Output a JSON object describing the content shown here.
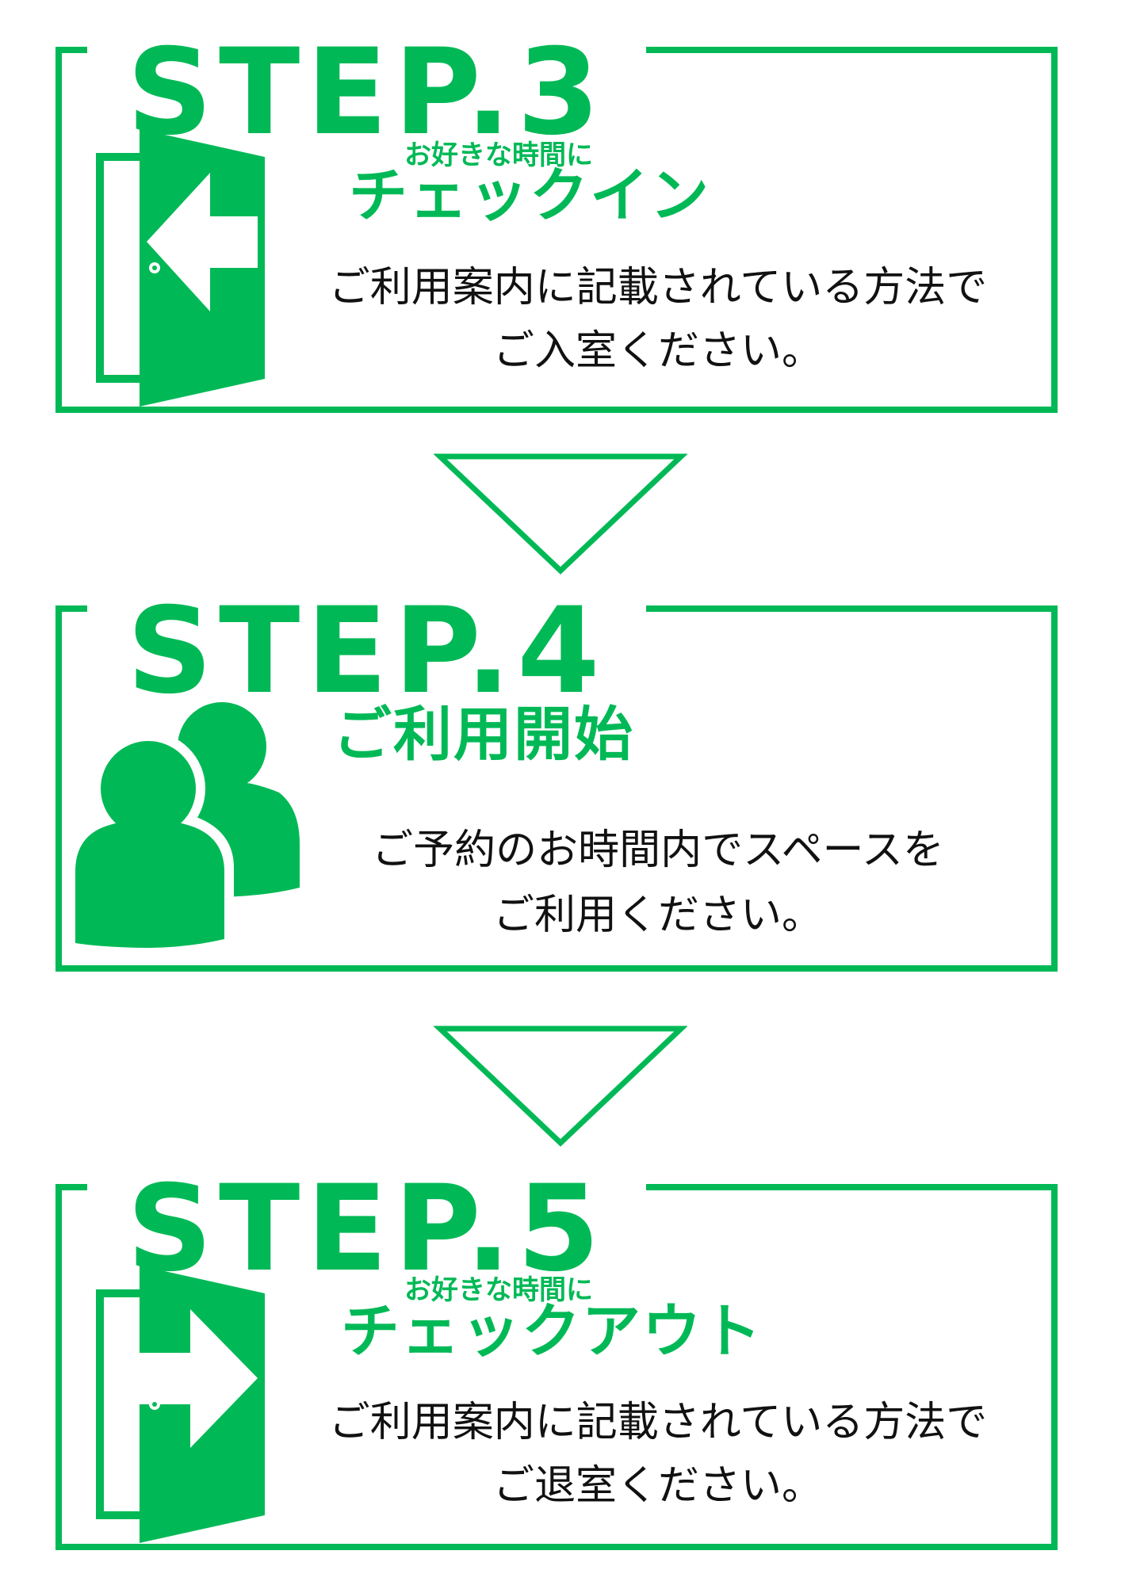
{
  "accent_color": "#00b956",
  "steps": [
    {
      "label": "STEP.3",
      "subtitle": "お好きな時間に",
      "title": "チェックイン",
      "desc_line1": "ご利用案内に記載されている方法で",
      "desc_line2": "ご入室ください。",
      "icon": "door-enter-icon"
    },
    {
      "label": "STEP.4",
      "title": "ご利用開始",
      "desc_line1": "ご予約のお時間内でスペースを",
      "desc_line2": "ご利用ください。",
      "icon": "users-icon"
    },
    {
      "label": "STEP.5",
      "subtitle": "お好きな時間に",
      "title": "チェックアウト",
      "desc_line1": "ご利用案内に記載されている方法で",
      "desc_line2": "ご退室ください。",
      "icon": "door-exit-icon"
    }
  ]
}
